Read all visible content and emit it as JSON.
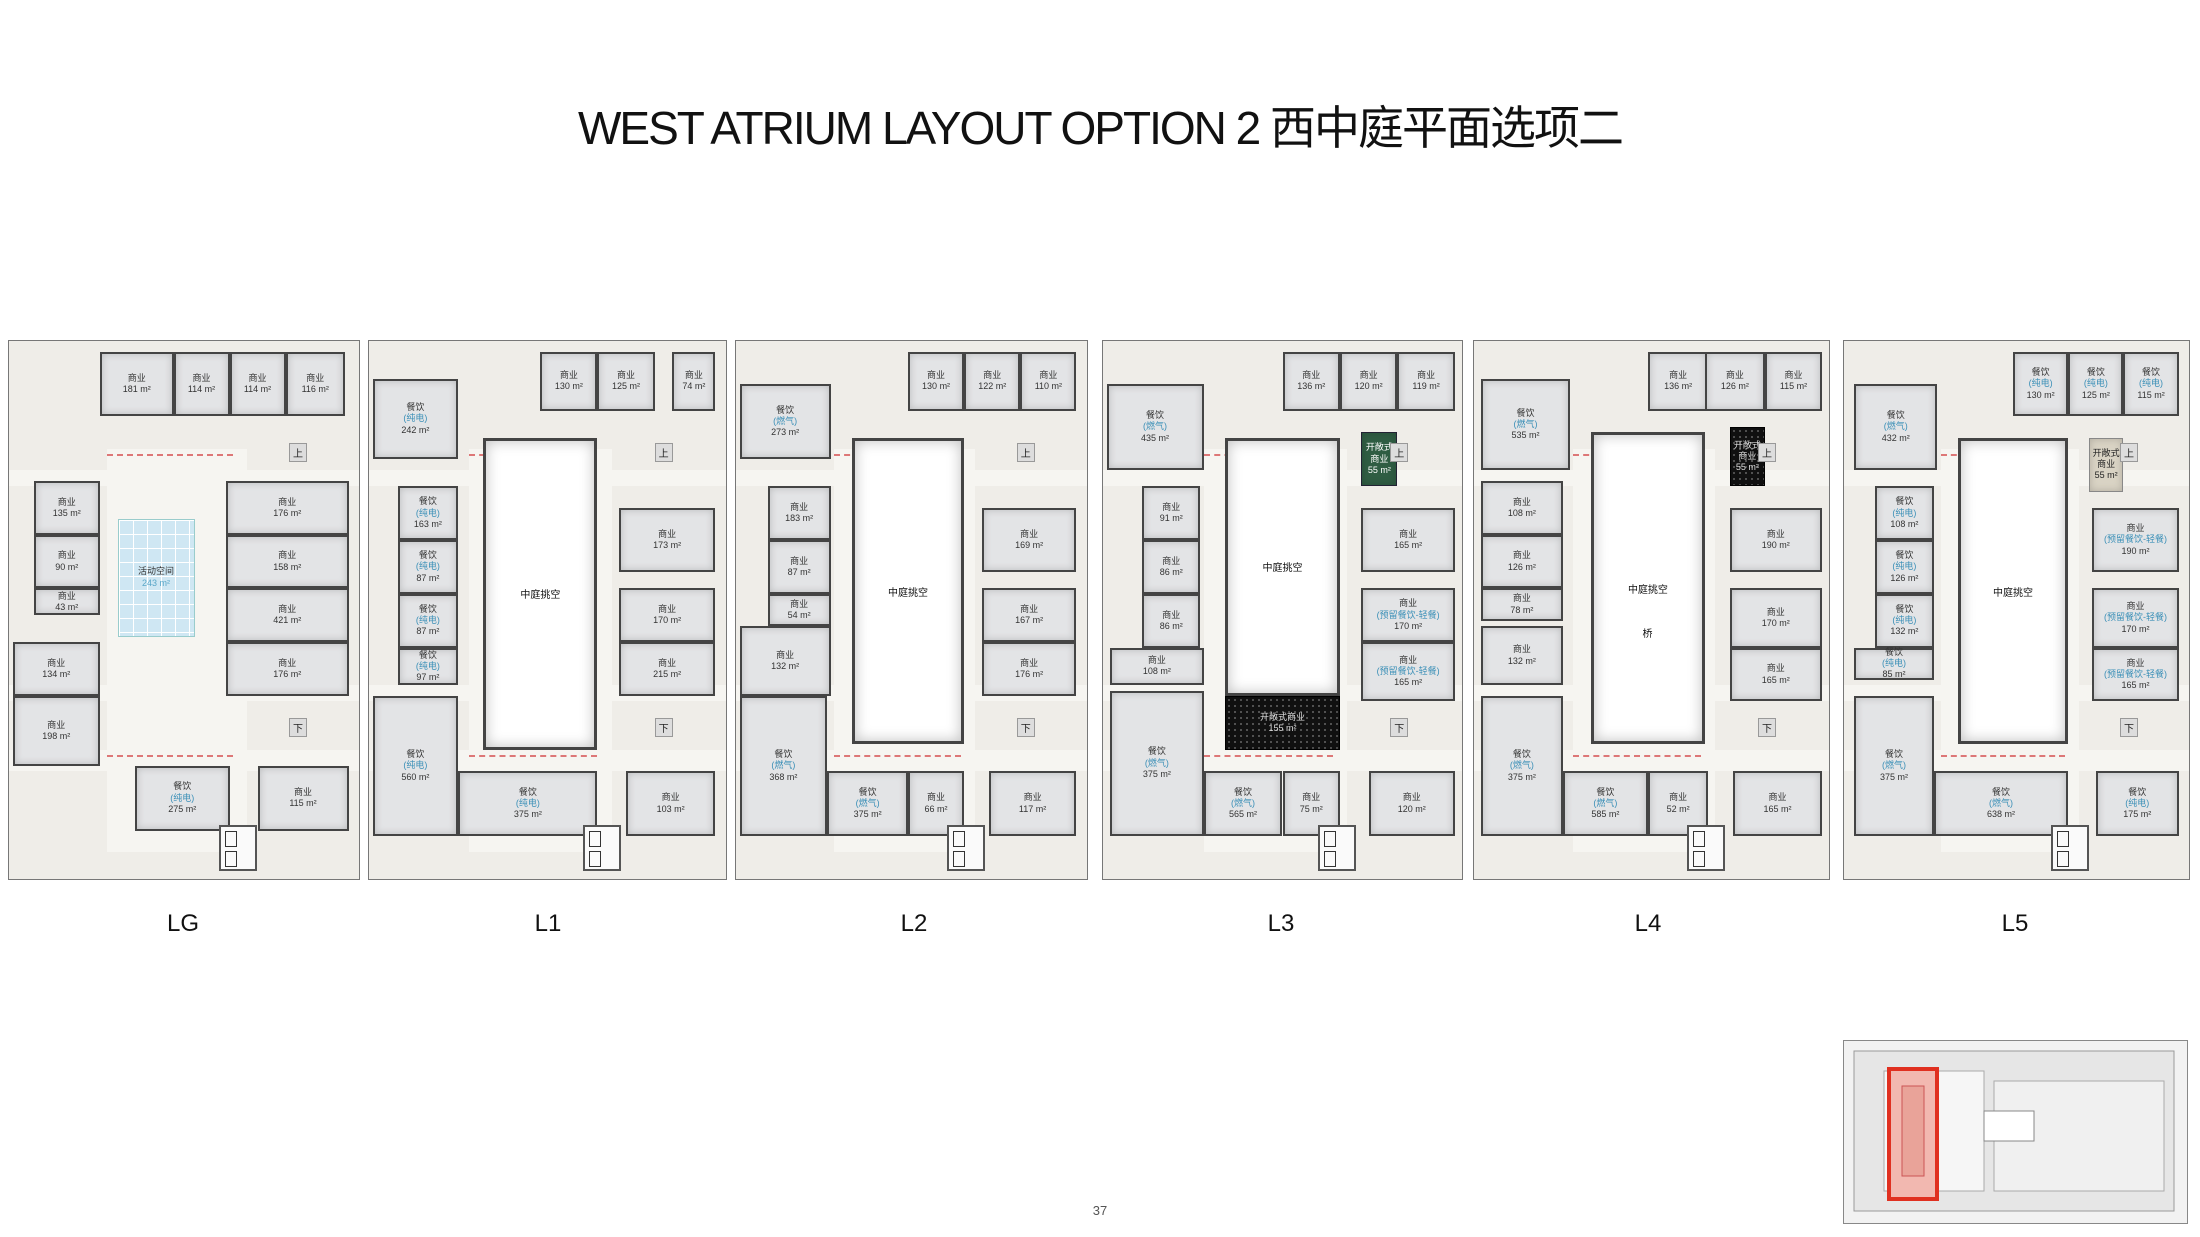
{
  "title": "WEST ATRIUM LAYOUT OPTION 2 西中庭平面选项二",
  "page_number": "37",
  "labels": {
    "up": "上",
    "down": "下",
    "bridge": "桥"
  },
  "floors": [
    {
      "label": "LG",
      "void_label": null,
      "rooms": [
        {
          "type": "商业",
          "area": "181 m²"
        },
        {
          "type": "商业",
          "area": "114 m²"
        },
        {
          "type": "商业",
          "area": "114 m²"
        },
        {
          "type": "商业",
          "area": "116 m²"
        },
        {
          "type": "商业",
          "area": "135 m²"
        },
        {
          "type": "商业",
          "area": "90 m²"
        },
        {
          "type": "商业",
          "area": "43 m²"
        },
        {
          "type": "活动空间",
          "area": "243 m²",
          "kind": "activity"
        },
        {
          "type": "商业",
          "area": "176 m²"
        },
        {
          "type": "商业",
          "area": "158 m²"
        },
        {
          "type": "商业",
          "area": "421 m²"
        },
        {
          "type": "商业",
          "area": "176 m²"
        },
        {
          "type": "商业",
          "area": "134 m²"
        },
        {
          "type": "商业",
          "area": "198 m²"
        },
        {
          "type": "餐饮",
          "note": "(纯电)",
          "area": "275 m²"
        },
        {
          "type": "商业",
          "area": "115 m²"
        }
      ]
    },
    {
      "label": "L1",
      "void_label": "中庭挑空",
      "rooms": [
        {
          "type": "餐饮",
          "note": "(纯电)",
          "area": "242 m²"
        },
        {
          "type": "商业",
          "area": "130 m²"
        },
        {
          "type": "商业",
          "area": "125 m²"
        },
        {
          "type": "商业",
          "area": "74 m²"
        },
        {
          "type": "餐饮",
          "note": "(纯电)",
          "area": "163 m²"
        },
        {
          "type": "餐饮",
          "note": "(纯电)",
          "area": "87 m²"
        },
        {
          "type": "餐饮",
          "note": "(纯电)",
          "area": "87 m²"
        },
        {
          "type": "餐饮",
          "note": "(纯电)",
          "area": "97 m²"
        },
        {
          "type": "餐饮",
          "note": "(纯电)",
          "area": "560 m²"
        },
        {
          "type": "餐饮",
          "note": "(纯电)",
          "area": "375 m²"
        },
        {
          "type": "商业",
          "area": "103 m²"
        },
        {
          "type": "商业",
          "area": "173 m²"
        },
        {
          "type": "商业",
          "area": "170 m²"
        },
        {
          "type": "商业",
          "area": "215 m²"
        }
      ]
    },
    {
      "label": "L2",
      "void_label": "中庭挑空",
      "rooms": [
        {
          "type": "餐饮",
          "note": "(燃气)",
          "area": "273 m²"
        },
        {
          "type": "商业",
          "area": "130 m²"
        },
        {
          "type": "商业",
          "area": "122 m²"
        },
        {
          "type": "商业",
          "area": "110 m²"
        },
        {
          "type": "商业",
          "area": "183 m²"
        },
        {
          "type": "商业",
          "area": "87 m²"
        },
        {
          "type": "商业",
          "area": "54 m²"
        },
        {
          "type": "商业",
          "area": "132 m²"
        },
        {
          "type": "餐饮",
          "note": "(燃气)",
          "area": "368 m²"
        },
        {
          "type": "餐饮",
          "note": "(燃气)",
          "area": "375 m²"
        },
        {
          "type": "商业",
          "area": "66 m²"
        },
        {
          "type": "商业",
          "area": "117 m²"
        },
        {
          "type": "商业",
          "area": "169 m²"
        },
        {
          "type": "商业",
          "area": "167 m²"
        },
        {
          "type": "商业",
          "area": "176 m²"
        }
      ]
    },
    {
      "label": "L3",
      "void_label": "中庭挑空",
      "rooms": [
        {
          "type": "餐饮",
          "note": "(燃气)",
          "area": "435 m²"
        },
        {
          "type": "商业",
          "area": "136 m²"
        },
        {
          "type": "商业",
          "area": "120 m²"
        },
        {
          "type": "商业",
          "area": "119 m²"
        },
        {
          "type": "开敞式商业",
          "area": "55 m²",
          "kind": "green"
        },
        {
          "type": "商业",
          "area": "91 m²"
        },
        {
          "type": "商业",
          "area": "86 m²"
        },
        {
          "type": "商业",
          "area": "86 m²"
        },
        {
          "type": "商业",
          "area": "108 m²"
        },
        {
          "type": "餐饮",
          "note": "(燃气)",
          "area": "375 m²"
        },
        {
          "type": "餐饮",
          "note": "(燃气)",
          "area": "565 m²"
        },
        {
          "type": "商业",
          "area": "75 m²"
        },
        {
          "type": "商业",
          "area": "120 m²"
        },
        {
          "type": "商业",
          "area": "165 m²"
        },
        {
          "type": "商业",
          "note": "(预留餐饮-轻餐)",
          "area": "170 m²"
        },
        {
          "type": "商业",
          "note": "(预留餐饮-轻餐)",
          "area": "165 m²"
        },
        {
          "type": "开敞式商业",
          "area": "155 m²",
          "kind": "dark"
        }
      ]
    },
    {
      "label": "L4",
      "void_label": "中庭挑空",
      "rooms": [
        {
          "type": "餐饮",
          "note": "(燃气)",
          "area": "535 m²"
        },
        {
          "type": "商业",
          "area": "136 m²"
        },
        {
          "type": "商业",
          "area": "126 m²"
        },
        {
          "type": "商业",
          "area": "115 m²"
        },
        {
          "type": "开敞式商业",
          "area": "55 m²",
          "kind": "dark"
        },
        {
          "type": "商业",
          "area": "108 m²"
        },
        {
          "type": "商业",
          "area": "126 m²"
        },
        {
          "type": "商业",
          "area": "78 m²"
        },
        {
          "type": "商业",
          "area": "132 m²"
        },
        {
          "type": "餐饮",
          "note": "(燃气)",
          "area": "375 m²"
        },
        {
          "type": "餐饮",
          "note": "(燃气)",
          "area": "585 m²"
        },
        {
          "type": "商业",
          "area": "52 m²"
        },
        {
          "type": "商业",
          "area": "165 m²"
        },
        {
          "type": "商业",
          "area": "190 m²"
        },
        {
          "type": "商业",
          "area": "170 m²"
        },
        {
          "type": "商业",
          "area": "165 m²"
        }
      ]
    },
    {
      "label": "L5",
      "void_label": "中庭挑空",
      "rooms": [
        {
          "type": "餐饮",
          "note": "(燃气)",
          "area": "432 m²"
        },
        {
          "type": "餐饮",
          "note": "(纯电)",
          "area": "130 m²"
        },
        {
          "type": "餐饮",
          "note": "(纯电)",
          "area": "125 m²"
        },
        {
          "type": "餐饮",
          "note": "(纯电)",
          "area": "115 m²"
        },
        {
          "type": "开敞式商业",
          "area": "55 m²",
          "kind": "light"
        },
        {
          "type": "餐饮",
          "note": "(纯电)",
          "area": "108 m²"
        },
        {
          "type": "餐饮",
          "note": "(纯电)",
          "area": "126 m²"
        },
        {
          "type": "餐饮",
          "note": "(纯电)",
          "area": "132 m²"
        },
        {
          "type": "餐饮",
          "note": "(纯电)",
          "area": "85 m²"
        },
        {
          "type": "餐饮",
          "note": "(燃气)",
          "area": "375 m²"
        },
        {
          "type": "餐饮",
          "note": "(燃气)",
          "area": "638 m²"
        },
        {
          "type": "餐饮",
          "note": "(纯电)",
          "area": "175 m²"
        },
        {
          "type": "商业",
          "note": "(预留餐饮-轻餐)",
          "area": "190 m²"
        },
        {
          "type": "商业",
          "note": "(预留餐饮-轻餐)",
          "area": "170 m²"
        },
        {
          "type": "商业",
          "note": "(预留餐饮-轻餐)",
          "area": "165 m²"
        }
      ]
    }
  ]
}
